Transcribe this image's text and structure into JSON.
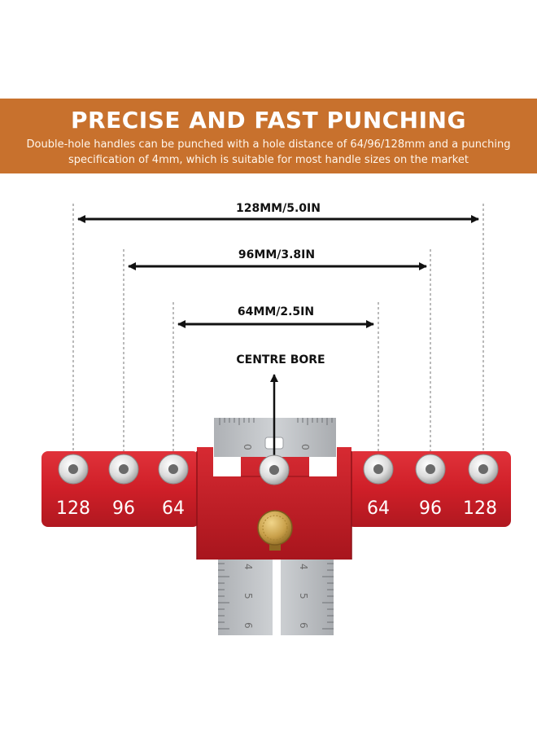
{
  "banner": {
    "title": "PRECISE AND FAST PUNCHING",
    "subtitle_line1": "Double-hole handles can be punched with a hole distance of 64/96/128mm and a punching",
    "subtitle_line2": "specification of 4mm, which is suitable for most handle sizes on the market"
  },
  "dimensions": {
    "d128": "128MM/5.0IN",
    "d96": "96MM/3.8IN",
    "d64": "64MM/2.5IN"
  },
  "centre_bore": "CENTRE BORE",
  "hole_labels": {
    "left_128": "128",
    "left_96": "96",
    "left_64": "64",
    "right_64": "64",
    "right_96": "96",
    "right_128": "128"
  },
  "ruler_ticks": {
    "top_left": "0",
    "top_right": "0",
    "lower_left_4": "4",
    "lower_left_5": "5",
    "lower_left_6": "6",
    "lower_right_4": "4",
    "lower_right_5": "5",
    "lower_right_6": "6"
  },
  "colors": {
    "banner": "#c8712d",
    "jig_red": "#d0222a",
    "knob_brass": "#c9a04a",
    "ruler_silver": "#b9bcc0"
  }
}
